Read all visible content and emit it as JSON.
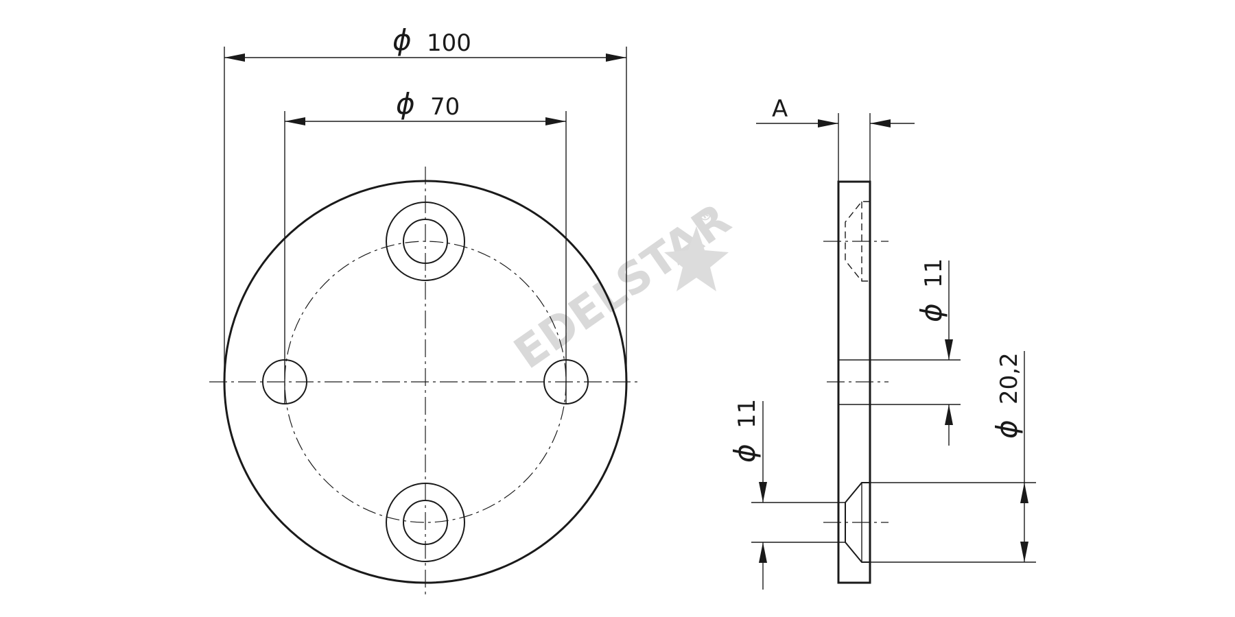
{
  "watermark": {
    "text": "EDELSTAR",
    "mark": "®",
    "color": "#d9d9d9",
    "icon": "star-icon"
  },
  "front_view": {
    "dim_outer": {
      "symbol": "ϕ",
      "value": "100"
    },
    "dim_pcd": {
      "symbol": "ϕ",
      "value": "70"
    }
  },
  "side_view": {
    "dim_thickness": {
      "label": "A"
    },
    "dim_hole": {
      "symbol": "ϕ",
      "value": "11"
    },
    "dim_counterbore": {
      "symbol": "ϕ",
      "value": "20,2"
    },
    "dim_hole_bottom": {
      "symbol": "ϕ",
      "value": "11"
    }
  },
  "colors": {
    "line": "#1a1a1a",
    "background": "#ffffff"
  }
}
